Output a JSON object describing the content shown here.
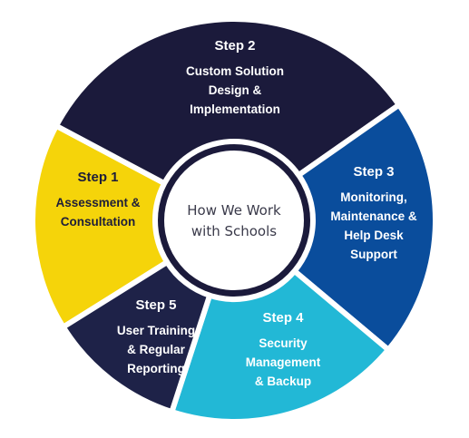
{
  "center": {
    "lines": [
      "How We Work",
      "with Schools"
    ]
  },
  "steps": [
    {
      "title": "Step 1",
      "lines": [
        "Assessment &",
        "Consultation"
      ],
      "color": "#f5d40a",
      "text_color": "#1d1d3a"
    },
    {
      "title": "Step 2",
      "lines": [
        "Custom Solution",
        "Design &",
        "Implementation"
      ],
      "color": "#1b1a3b",
      "text_color": "#ffffff"
    },
    {
      "title": "Step 3",
      "lines": [
        "Monitoring,",
        "Maintenance &",
        "Help Desk",
        "Support"
      ],
      "color": "#0a4d9c",
      "text_color": "#ffffff"
    },
    {
      "title": "Step 4",
      "lines": [
        "Security",
        "Management",
        "& Backup"
      ],
      "color": "#22b8d6",
      "text_color": "#ffffff"
    },
    {
      "title": "Step 5",
      "lines": [
        "User Training",
        "& Regular",
        "Reporting"
      ],
      "color": "#1e2248",
      "text_color": "#ffffff"
    }
  ],
  "colors": {
    "ring_inner": "#1b1a3b",
    "center_fill": "#ffffff",
    "center_text": "#3a3a4a"
  }
}
